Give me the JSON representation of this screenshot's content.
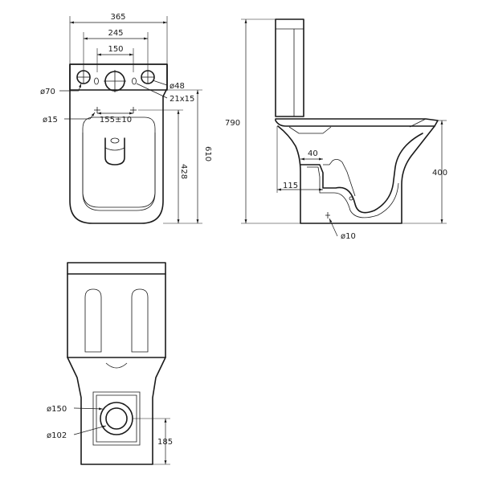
{
  "colors": {
    "line": "#1a1a1a",
    "background": "#ffffff"
  },
  "top_view": {
    "dim_width_total": "365",
    "dim_width_mid": "245",
    "dim_width_inner": "150",
    "dim_hole_left": "ø70",
    "dim_hole_right": "ø48",
    "dim_slot": "21x15",
    "dim_fix_holes": "ø15",
    "dim_fix_spacing": "155±10",
    "dim_depth_total": "610",
    "dim_depth_seat": "428"
  },
  "side_view": {
    "dim_height_total": "790",
    "dim_height_bowl": "400",
    "dim_offset_40": "40",
    "dim_offset_115": "115",
    "dim_anchor": "ø10"
  },
  "front_view": {
    "dim_outlet_outer": "ø150",
    "dim_outlet_inner": "ø102",
    "dim_outlet_height": "185"
  }
}
